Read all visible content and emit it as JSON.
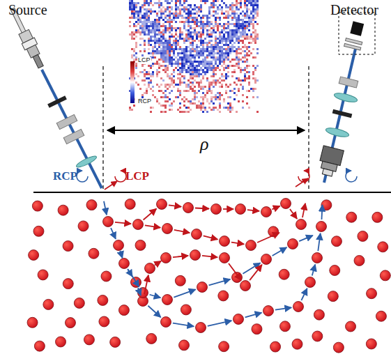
{
  "diagram": {
    "labels": [
      "Source",
      "Detector",
      "LCP",
      "RCP",
      "ρ",
      "RCP",
      "LCP"
    ]
  }
}
